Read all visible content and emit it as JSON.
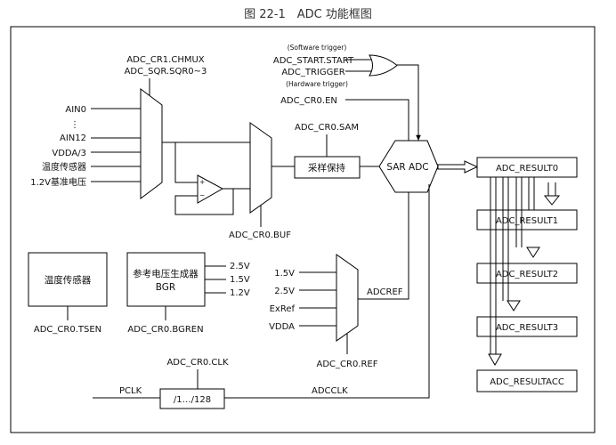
{
  "title": "图 22-1　ADC 功能框图",
  "mux_select": {
    "line1": "ADC_CR1.CHMUX",
    "line2": "ADC_SQR.SQR0~3"
  },
  "mux_inputs": {
    "ain0": "AIN0",
    "dots": "⋮",
    "ain12": "AIN12",
    "vdda3": "VDDA/3",
    "temp": "温度传感器",
    "v12": "1.2V基准电压"
  },
  "buf": "ADC_CR0.BUF",
  "opamp": {
    "plus": "+",
    "minus": "−"
  },
  "sample_hold": {
    "label": "采样保持",
    "control": "ADC_CR0.SAM"
  },
  "sar": "SAR ADC",
  "triggers": {
    "software_note": "(Software trigger)",
    "start": "ADC_START.START",
    "trigger": "ADC_TRIGGER",
    "hardware_note": "(Hardware trigger)"
  },
  "enable": "ADC_CR0.EN",
  "results": [
    "ADC_RESULT0",
    "ADC_RESULT1",
    "ADC_RESULT2",
    "ADC_RESULT3",
    "ADC_RESULTACC"
  ],
  "temp_sensor": {
    "label": "温度传感器",
    "control": "ADC_CR0.TSEN"
  },
  "bgr": {
    "line1": "参考电压生成器",
    "line2": "BGR",
    "control": "ADC_CR0.BGREN",
    "outputs": [
      "2.5V",
      "1.5V",
      "1.2V"
    ]
  },
  "ref_mux": {
    "inputs": [
      "1.5V",
      "2.5V",
      "ExRef",
      "VDDA"
    ],
    "output": "ADCREF",
    "control": "ADC_CR0.REF"
  },
  "clock": {
    "in": "PCLK",
    "divider": "/1…/128",
    "out": "ADCCLK",
    "control": "ADC_CR0.CLK"
  }
}
